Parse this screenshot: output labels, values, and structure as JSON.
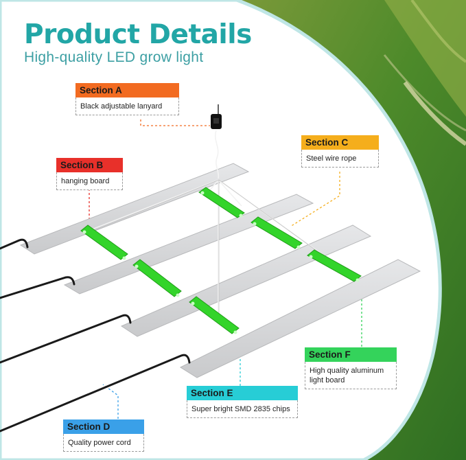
{
  "header": {
    "title": "Product Details",
    "subtitle": "High-quality LED grow light"
  },
  "sections": {
    "a": {
      "name": "Section A",
      "desc": "Black adjustable lanyard",
      "color": "#f26b21"
    },
    "b": {
      "name": "Section B",
      "desc": "hanging board",
      "color": "#e8302a"
    },
    "c": {
      "name": "Section C",
      "desc": "Steel wire rope",
      "color": "#f5ae1c"
    },
    "d": {
      "name": "Section D",
      "desc": "Quality power cord",
      "color": "#3aa0e8"
    },
    "e": {
      "name": "Section E",
      "desc": "Super bright SMD 2835 chips",
      "color": "#27cdd6"
    },
    "f": {
      "name": "Section F",
      "desc": "High quality aluminum light board",
      "color": "#34d35b"
    }
  },
  "colors": {
    "accent": "#22a6a6",
    "led_green": "#33d42a",
    "aluminum": "#d9dadc",
    "arc": "#bfe6e6"
  }
}
